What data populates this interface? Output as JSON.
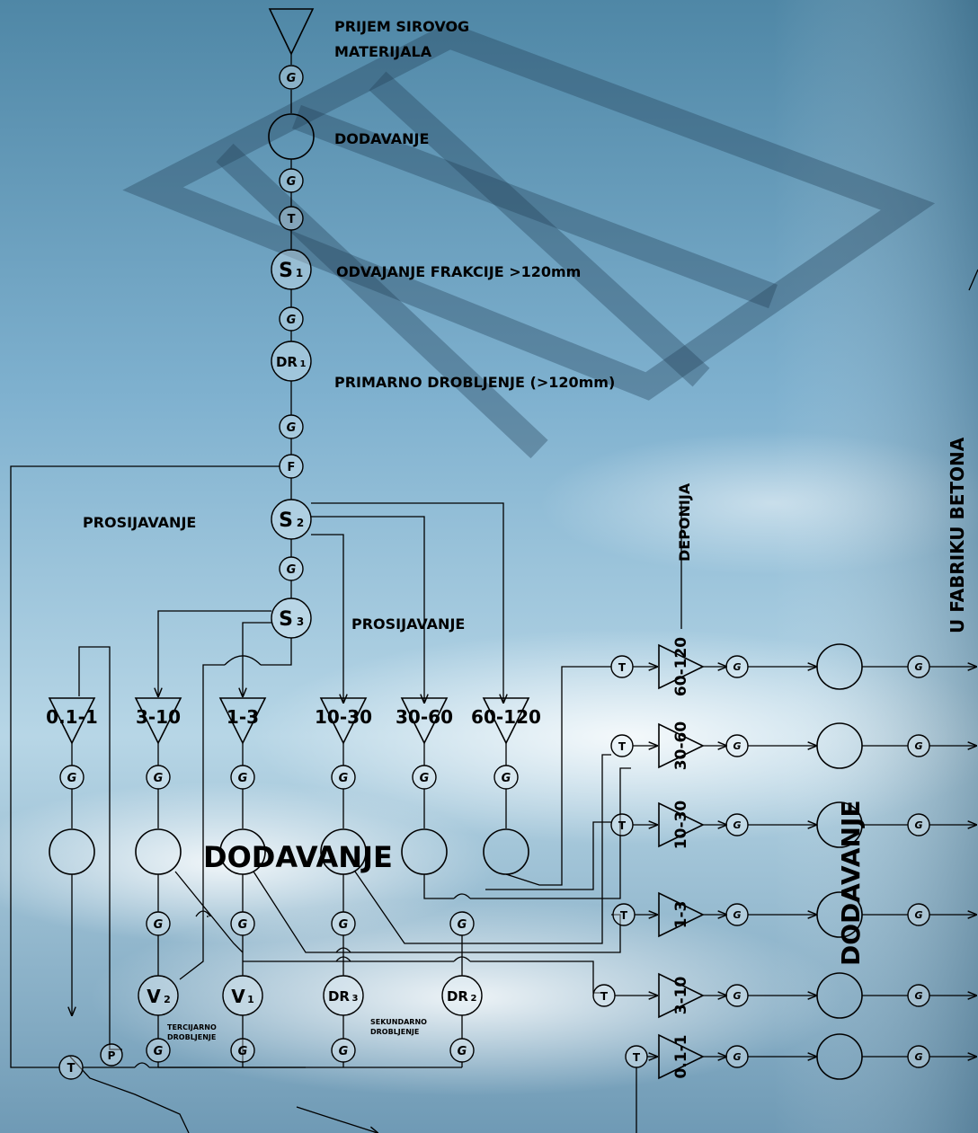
{
  "title_labels": {
    "raw_material": [
      "PRIJEM SIROVOG",
      "MATERIJALA"
    ],
    "feeding": "DODAVANJE",
    "separation": "ODVAJANJE FRAKCIJE >120mm",
    "primary_crushing": "PRIMARNO DROBLJENJE (>120mm)",
    "screening_1": "PROSIJAVANJE",
    "screening_2": "PROSIJAVANJE",
    "deponija": "DEPONIJA",
    "to_factory": "U FABRIKU BETONA",
    "feeding_big_1": "DODAVANJE",
    "feeding_big_2": "DODAVANJE",
    "tertiary": [
      "TERCIJARNO",
      "DROBLJENJE"
    ],
    "secondary": [
      "SEKUNDARNO",
      "DROBLJENJE"
    ]
  },
  "node_letters": {
    "G": "G",
    "T": "T",
    "F": "F",
    "P": "P"
  },
  "machines": {
    "S1": {
      "main": "S",
      "sub": "1"
    },
    "S2": {
      "main": "S",
      "sub": "2"
    },
    "S3": {
      "main": "S",
      "sub": "3"
    },
    "DR1": {
      "main": "DR",
      "sub": "1"
    },
    "DR2": {
      "main": "DR",
      "sub": "2"
    },
    "DR3": {
      "main": "DR",
      "sub": "3"
    },
    "V1": {
      "main": "V",
      "sub": "1"
    },
    "V2": {
      "main": "V",
      "sub": "2"
    }
  },
  "fractions_bottom": [
    "0.1-1",
    "3-10",
    "1-3",
    "10-30",
    "30-60",
    "60-120"
  ],
  "fractions_right": [
    "60-120",
    "30-60",
    "10-30",
    "1-3",
    "3-10",
    "0.1-1"
  ],
  "colors": {
    "line": "#000000",
    "sky": "#9cc1d8"
  }
}
